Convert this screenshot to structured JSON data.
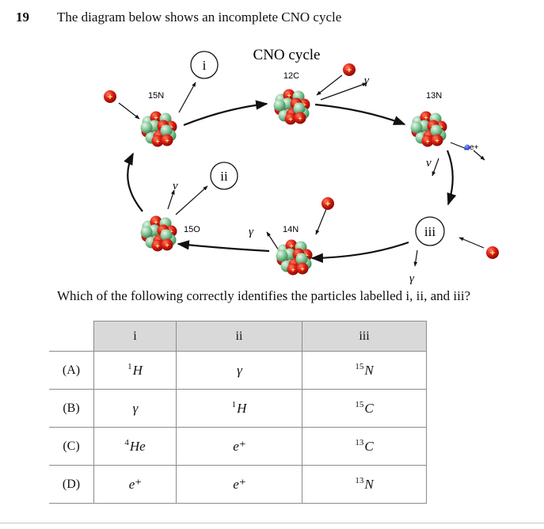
{
  "question": {
    "number": "19",
    "text": "The diagram below shows an incomplete CNO cycle",
    "prompt": "Which of the following correctly identifies the particles labelled i, ii, and iii?"
  },
  "diagram": {
    "title": "CNO cycle",
    "nuclei": {
      "c12": "12C",
      "n13": "13N",
      "n14": "14N",
      "o15": "15O",
      "n15": "15N"
    },
    "labels": {
      "i": "i",
      "ii": "ii",
      "iii": "iii",
      "gamma": "γ",
      "nu": "ν",
      "positron": "e+",
      "proton_sign": "+"
    },
    "colors": {
      "proton": "#d71a12",
      "neutron": "#86c79a",
      "positron": "#1a3ecf"
    }
  },
  "table": {
    "headers": [
      "",
      "i",
      "ii",
      "iii"
    ],
    "rows": [
      {
        "option": "(A)",
        "i": {
          "mass": "1",
          "sym": "H"
        },
        "ii": {
          "mass": "",
          "sym": "γ"
        },
        "iii": {
          "mass": "15",
          "sym": "N"
        }
      },
      {
        "option": "(B)",
        "i": {
          "mass": "",
          "sym": "γ"
        },
        "ii": {
          "mass": "1",
          "sym": "H"
        },
        "iii": {
          "mass": "15",
          "sym": "C"
        }
      },
      {
        "option": "(C)",
        "i": {
          "mass": "4",
          "sym": "He"
        },
        "ii": {
          "mass": "",
          "sym": "e⁺"
        },
        "iii": {
          "mass": "13",
          "sym": "C"
        }
      },
      {
        "option": "(D)",
        "i": {
          "mass": "",
          "sym": "e⁺"
        },
        "ii": {
          "mass": "",
          "sym": "e⁺"
        },
        "iii": {
          "mass": "13",
          "sym": "N"
        }
      }
    ]
  }
}
